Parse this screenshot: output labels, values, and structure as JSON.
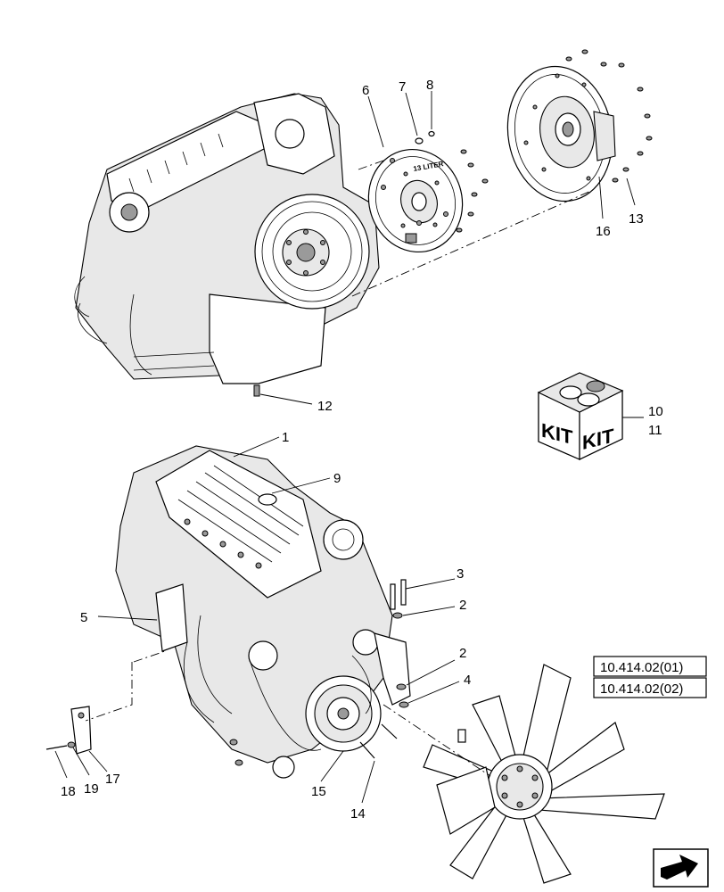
{
  "callouts": {
    "c1": "1",
    "c2a": "2",
    "c2b": "2",
    "c3": "3",
    "c4": "4",
    "c5": "5",
    "c6": "6",
    "c7": "7",
    "c8": "8",
    "c9": "9",
    "c10": "10",
    "c11": "11",
    "c12": "12",
    "c13": "13",
    "c14": "14",
    "c15": "15",
    "c16": "16",
    "c17": "17",
    "c18": "18",
    "c19": "19"
  },
  "kit": {
    "label_left": "KIT",
    "label_right": "KIT"
  },
  "flexplate_stamp": "13 LITER",
  "references": [
    "10.414.02(01)",
    "10.414.02(02)"
  ],
  "nav": {
    "icon": "arrow-icon"
  }
}
